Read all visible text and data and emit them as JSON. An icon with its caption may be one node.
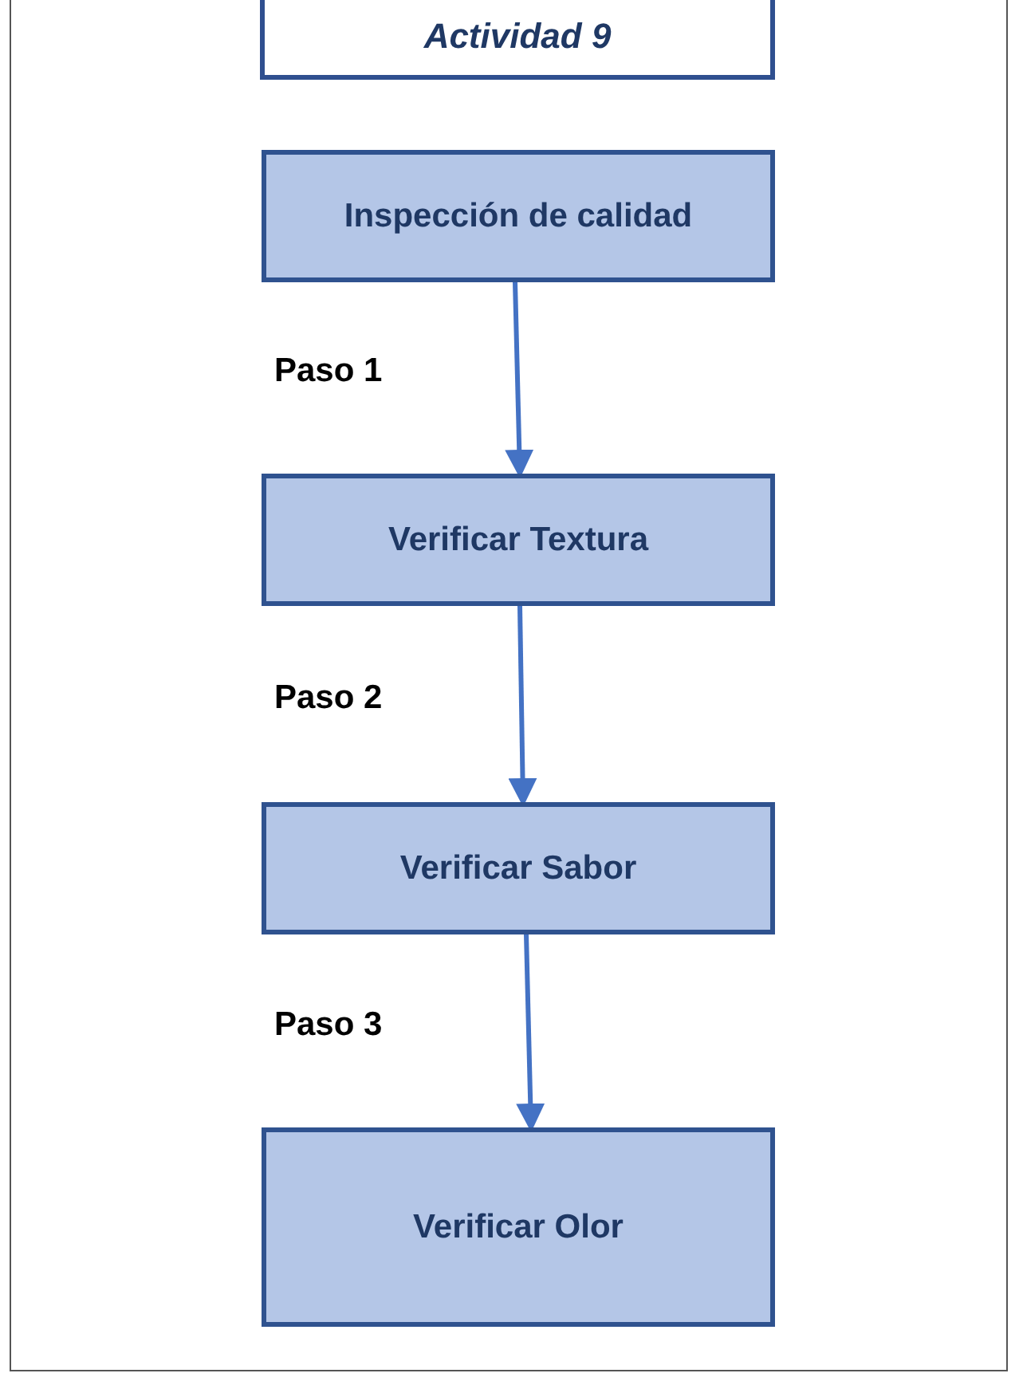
{
  "diagram": {
    "title": "Actividad 9",
    "nodes": [
      {
        "text": [
          "Inspección de calidad"
        ]
      },
      {
        "text": [
          "Verificar Textura"
        ]
      },
      {
        "text": [
          "Verificar Sabor"
        ]
      },
      {
        "text": [
          "Verificar Olor"
        ]
      }
    ],
    "edges": [
      {
        "from": 0,
        "to": 1,
        "arrow": "to",
        "label": "Paso 1"
      },
      {
        "from": 1,
        "to": 2,
        "arrow": "to",
        "label": "Paso 2"
      },
      {
        "from": 2,
        "to": 3,
        "arrow": "to",
        "label": "Paso 3"
      }
    ]
  }
}
